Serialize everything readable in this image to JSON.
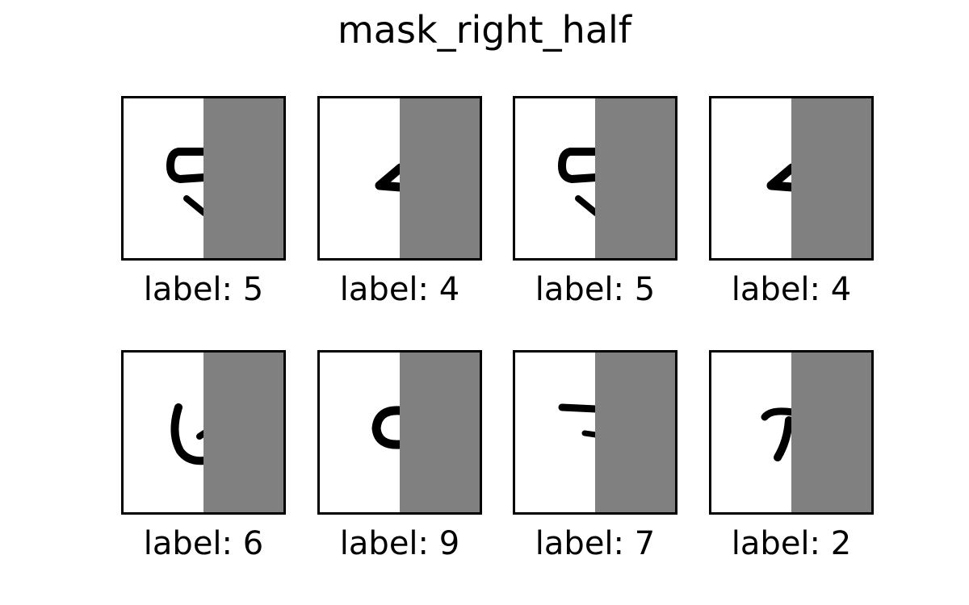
{
  "figure": {
    "title": "mask_right_half",
    "mask_color": "#808080",
    "ink_color": "#000000"
  },
  "panels": [
    {
      "label": "label: 5",
      "digit": "5",
      "glyph": "digit-5-glyph"
    },
    {
      "label": "label: 4",
      "digit": "4",
      "glyph": "digit-4-glyph"
    },
    {
      "label": "label: 5",
      "digit": "5",
      "glyph": "digit-5-glyph"
    },
    {
      "label": "label: 4",
      "digit": "4",
      "glyph": "digit-4-glyph"
    },
    {
      "label": "label: 6",
      "digit": "6",
      "glyph": "digit-6-glyph"
    },
    {
      "label": "label: 9",
      "digit": "9",
      "glyph": "digit-9-glyph"
    },
    {
      "label": "label: 7",
      "digit": "7",
      "glyph": "digit-7-glyph"
    },
    {
      "label": "label: 2",
      "digit": "2",
      "glyph": "digit-2-glyph"
    }
  ]
}
